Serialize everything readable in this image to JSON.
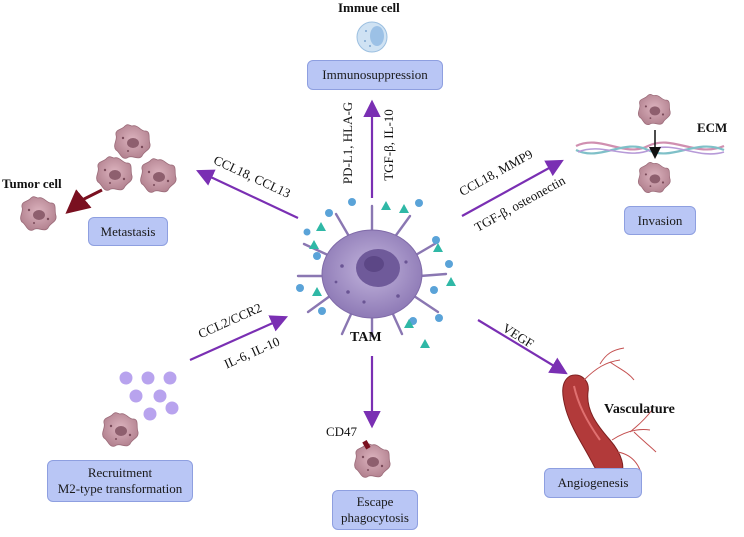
{
  "center": {
    "label": "TAM"
  },
  "outcomes": {
    "immunosuppression": "Immunosuppression",
    "metastasis": "Metastasis",
    "invasion": "Invasion",
    "recruitment_line1": "Recruitment",
    "recruitment_line2": "M2-type transformation",
    "escape_line1": "Escape",
    "escape_line2": "phagocytosis",
    "angiogenesis": "Angiogenesis"
  },
  "entities": {
    "immune_cell": "Immue cell",
    "tumor_cell": "Tumor cell",
    "ecm": "ECM",
    "vasculature": "Vasculature"
  },
  "signals": {
    "immuno_left": "PD-L1, HLA-G",
    "immuno_right": "TGF-β, IL-10",
    "metastasis": "CCL18, CCL13",
    "invasion_upper": "CCL18, MMP9",
    "invasion_lower": "TGF-β, osteonectin",
    "recruit_upper": "CCL2/CCR2",
    "recruit_lower": "IL-6, IL-10",
    "angio": "VEGF",
    "escape": "CD47"
  },
  "colors": {
    "arrow": "#7a2fb3",
    "box_fill": "#b9c6f5",
    "cell_purple": "#a08ec2",
    "tumor_pink": "#c99aa8",
    "dot_blue": "#5aa3d8",
    "triangle_teal": "#2fb8a6",
    "vessel_red": "#b23a3a"
  }
}
